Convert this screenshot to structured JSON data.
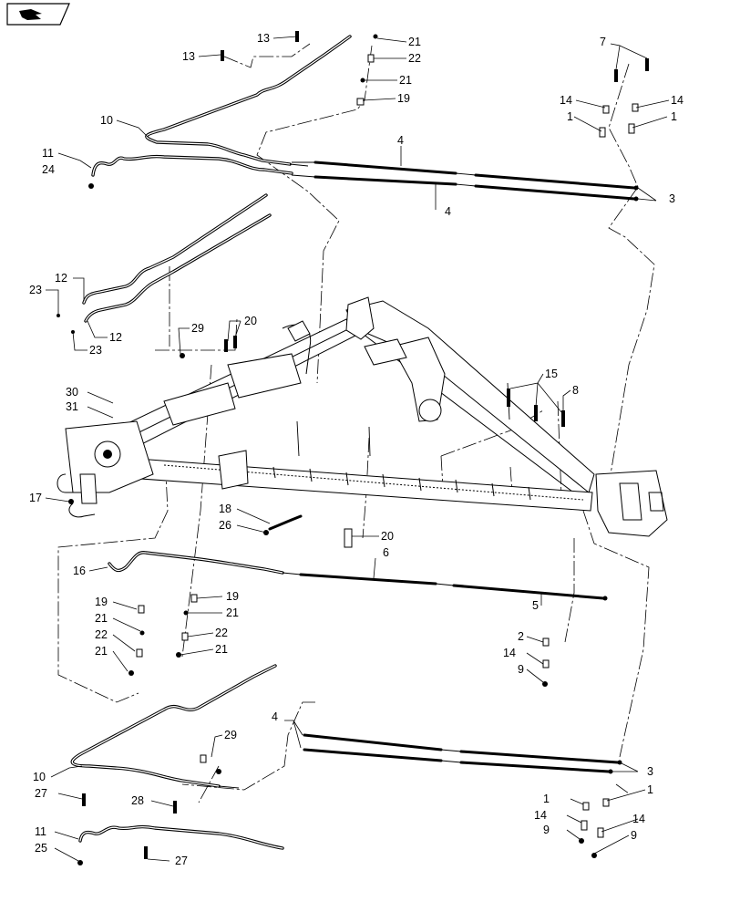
{
  "nav": {
    "icon": "next-page-arrow-icon"
  },
  "callouts": [
    {
      "id": "c13a",
      "text": "13"
    },
    {
      "id": "c13b",
      "text": "13"
    },
    {
      "id": "c21a",
      "text": "21"
    },
    {
      "id": "c22a",
      "text": "22"
    },
    {
      "id": "c21b",
      "text": "21"
    },
    {
      "id": "c19a",
      "text": "19"
    },
    {
      "id": "c7",
      "text": "7"
    },
    {
      "id": "c14a",
      "text": "14"
    },
    {
      "id": "c14b",
      "text": "14"
    },
    {
      "id": "c1a",
      "text": "1"
    },
    {
      "id": "c1b",
      "text": "1"
    },
    {
      "id": "c10a",
      "text": "10"
    },
    {
      "id": "c11a",
      "text": "11"
    },
    {
      "id": "c24",
      "text": "24"
    },
    {
      "id": "c4a",
      "text": "4"
    },
    {
      "id": "c4b",
      "text": "4"
    },
    {
      "id": "c3a",
      "text": "3"
    },
    {
      "id": "c12a",
      "text": "12"
    },
    {
      "id": "c23a",
      "text": "23"
    },
    {
      "id": "c23b",
      "text": "23"
    },
    {
      "id": "c12b",
      "text": "12"
    },
    {
      "id": "c29a",
      "text": "29"
    },
    {
      "id": "c20a",
      "text": "20"
    },
    {
      "id": "c15",
      "text": "15"
    },
    {
      "id": "c8",
      "text": "8"
    },
    {
      "id": "c30",
      "text": "30"
    },
    {
      "id": "c31",
      "text": "31"
    },
    {
      "id": "c17",
      "text": "17"
    },
    {
      "id": "c18",
      "text": "18"
    },
    {
      "id": "c26",
      "text": "26"
    },
    {
      "id": "c20b",
      "text": "20"
    },
    {
      "id": "c16",
      "text": "16"
    },
    {
      "id": "c6",
      "text": "6"
    },
    {
      "id": "c5",
      "text": "5"
    },
    {
      "id": "c19b",
      "text": "19"
    },
    {
      "id": "c21c",
      "text": "21"
    },
    {
      "id": "c22b",
      "text": "22"
    },
    {
      "id": "c21d",
      "text": "21"
    },
    {
      "id": "c19c",
      "text": "19"
    },
    {
      "id": "c21e",
      "text": "21"
    },
    {
      "id": "c22c",
      "text": "22"
    },
    {
      "id": "c21f",
      "text": "21"
    },
    {
      "id": "c2",
      "text": "2"
    },
    {
      "id": "c14c",
      "text": "14"
    },
    {
      "id": "c9a",
      "text": "9"
    },
    {
      "id": "c4c",
      "text": "4"
    },
    {
      "id": "c3b",
      "text": "3"
    },
    {
      "id": "c29b",
      "text": "29"
    },
    {
      "id": "c10b",
      "text": "10"
    },
    {
      "id": "c27a",
      "text": "27"
    },
    {
      "id": "c28",
      "text": "28"
    },
    {
      "id": "c1c",
      "text": "1"
    },
    {
      "id": "c1d",
      "text": "1"
    },
    {
      "id": "c14d",
      "text": "14"
    },
    {
      "id": "c14e",
      "text": "14"
    },
    {
      "id": "c9b",
      "text": "9"
    },
    {
      "id": "c9c",
      "text": "9"
    },
    {
      "id": "c11b",
      "text": "11"
    },
    {
      "id": "c25",
      "text": "25"
    },
    {
      "id": "c27b",
      "text": "27"
    }
  ]
}
